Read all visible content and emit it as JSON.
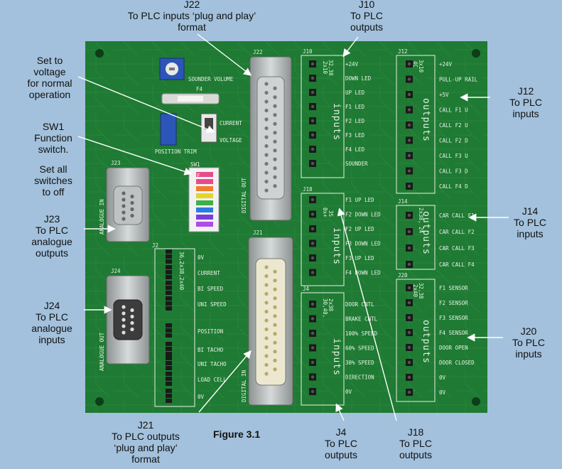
{
  "figure_caption": "Figure 3.1",
  "callouts": {
    "j22": [
      "J22",
      "To PLC inputs ‘plug and play’",
      "format"
    ],
    "j10": [
      "J10",
      "To PLC",
      "outputs"
    ],
    "set_voltage": [
      "Set to",
      "voltage",
      "for normal",
      "operation"
    ],
    "sw1": [
      "SW1",
      "Function",
      "switch."
    ],
    "set_switches": [
      "Set all",
      "switches",
      "to off"
    ],
    "j23": [
      "J23",
      "To PLC",
      "analogue",
      "outputs"
    ],
    "j24": [
      "J24",
      "To PLC",
      "analogue",
      "inputs"
    ],
    "j21": [
      "J21",
      "To PLC outputs",
      "‘plug and play’",
      "format"
    ],
    "j4": [
      "J4",
      "To PLC",
      "outputs"
    ],
    "j18": [
      "J18",
      "To PLC",
      "outputs"
    ],
    "j12": [
      "J12",
      "To PLC",
      "inputs"
    ],
    "j14": [
      "J14",
      "To PLC",
      "inputs"
    ],
    "j20": [
      "J20",
      "To PLC",
      "inputs"
    ]
  },
  "board": {
    "connector_ids": {
      "j22": "J22",
      "j23": "J23",
      "j24": "J24",
      "j21": "J21",
      "j2": "J2",
      "j10": "J10",
      "j12": "J12",
      "j14": "J14",
      "j18": "J18",
      "j20": "J20",
      "j4": "J4",
      "sw1": "SW1"
    },
    "misc_labels": {
      "sounder_volume": "SOUNDER VOLUME",
      "fuse": "F4",
      "position_trim": "POSITION TRIM",
      "current": "CURRENT",
      "voltage": "VOLTAGE",
      "digital_out": "DIGITAL OUT",
      "digital_in": "DIGITAL IN",
      "analogue_in": "ANALOGUE IN",
      "analogue_out": "ANALOGUE OUT",
      "sw_off": "OFF"
    },
    "j10_block": {
      "type_label": "inputs",
      "format_label": "32,38",
      "size_label": "2x10",
      "pins": [
        "+24V",
        "DOWN LED",
        "UP LED",
        "F1 LED",
        "F2 LED",
        "F3 LED",
        "F4 LED",
        "SOUNDER"
      ]
    },
    "j12_block": {
      "type_label": "outputs",
      "format_label": "3x10",
      "size_label": "4C",
      "pins": [
        "+24V",
        "PULL-UP RAIL",
        "+5V",
        "CALL F1 U",
        "CALL F2 U",
        "CALL F2 D",
        "CALL F3 U",
        "CALL F3 D",
        "CALL F4 D"
      ]
    },
    "j18_block": {
      "type_label": "inputs",
      "format_label": "3S",
      "size_label": "0x+",
      "pins": [
        "F1 UP LED",
        "F2 DOWN LED",
        "F2 UP LED",
        "F3 DOWN LED",
        "F3 UP LED",
        "F4 DOWN LED"
      ]
    },
    "j14_block": {
      "type_label": "outputs",
      "format_label": "2x38, 24",
      "size_label": "",
      "pins": [
        "CAR CALL F1",
        "CAR CALL F2",
        "CAR CALL F3",
        "CAR CALL F4"
      ]
    },
    "j4_block": {
      "type_label": "inputs",
      "format_label": "2x38",
      "size_label": "30,40,",
      "pins": [
        "DOOR CNTL",
        "BRAKE CNTL",
        "100% SPEED",
        "60% SPEED",
        "30% SPEED",
        "DIRECTION",
        "0V"
      ]
    },
    "j20_block": {
      "type_label": "outputs",
      "format_label": "32,38",
      "size_label": "2x40",
      "pins": [
        "F1 SENSOR",
        "F2 SENSOR",
        "F3 SENSOR",
        "F4 SENSOR",
        "DOOR OPEN",
        "DOOR CLOSED",
        "0V",
        "0V"
      ]
    },
    "j2_block": {
      "format_label": "36,2x38,2x40",
      "pins": [
        "0V",
        "CURRENT",
        "BI SPEED",
        "UNI SPEED",
        "POSITION",
        "BI TACHO",
        "UNI TACHO",
        "LOAD CELL",
        "0V"
      ]
    }
  },
  "colors": {
    "background": "#a3c1dc",
    "pcb": "#1f7a33",
    "silkscreen": "#e8f2e6",
    "connector_metal": "#b8bcbc",
    "header_pin": "#1a1a1a"
  }
}
